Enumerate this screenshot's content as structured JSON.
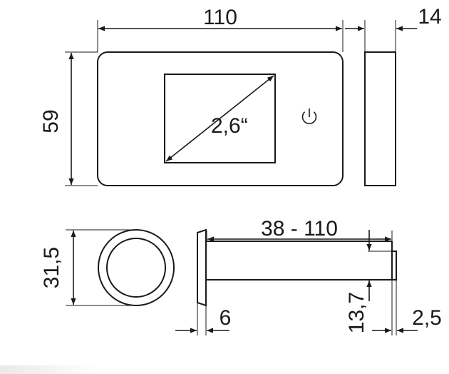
{
  "dimensions": {
    "width": "110",
    "depth": "14",
    "height": "59",
    "screen_diagonal": "2,6“",
    "knob_diameter": "31,5",
    "shaft_length": "38 - 110",
    "plate_thickness": "6",
    "shaft_diameter": "13,7",
    "end_cap": "2,5"
  },
  "icons": {
    "power": "power-icon"
  },
  "colors": {
    "line": "#1a1a1a",
    "background": "#ffffff"
  }
}
